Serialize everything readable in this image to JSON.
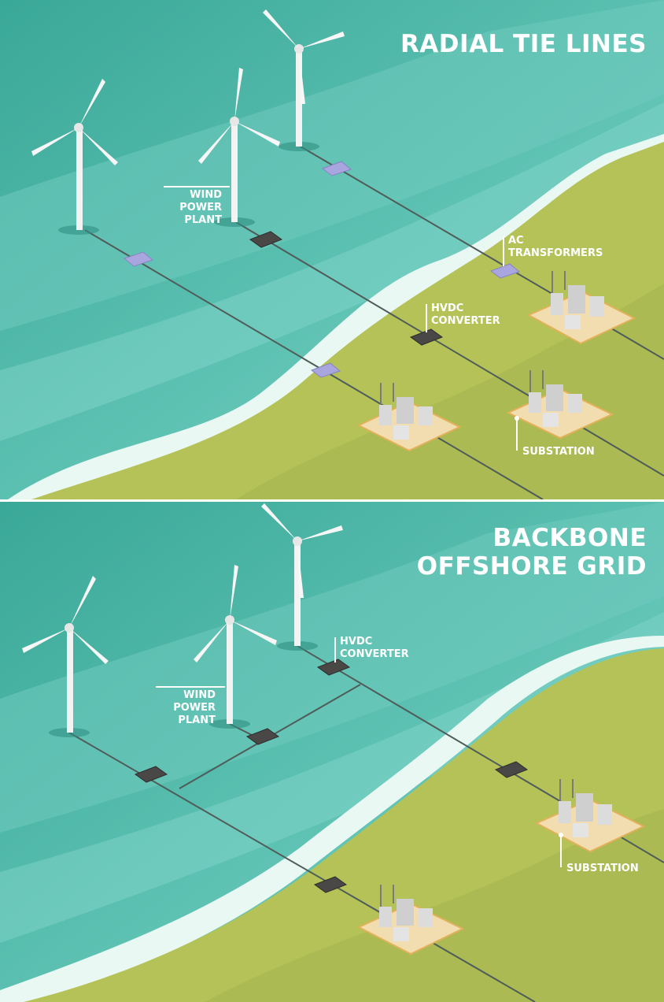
{
  "colors": {
    "sea_deep": "#3fae9e",
    "sea_light": "#6ccbbd",
    "land": "#b6c45a",
    "land_dark": "#a3b54f",
    "surf": "#e9f7f2",
    "cable": "#4d5a57",
    "hvdc_box": "#4a4846",
    "ac_box": "#a8a4dc",
    "label_text": "#ffffff"
  },
  "panels": [
    {
      "title": "RADIAL TIE LINES",
      "labels": {
        "wind_power_plant": [
          "WIND",
          "POWER",
          "PLANT"
        ],
        "ac_transformers": [
          "AC",
          "TRANSFORMERS"
        ],
        "hvdc_converter": [
          "HVDC",
          "CONVERTER"
        ],
        "substation": "SUBSTATION"
      }
    },
    {
      "title_lines": [
        "BACKBONE",
        "OFFSHORE GRID"
      ],
      "labels": {
        "hvdc_converter": [
          "HVDC",
          "CONVERTER"
        ],
        "wind_power_plant": [
          "WIND",
          "POWER",
          "PLANT"
        ],
        "substation": "SUBSTATION"
      }
    }
  ]
}
